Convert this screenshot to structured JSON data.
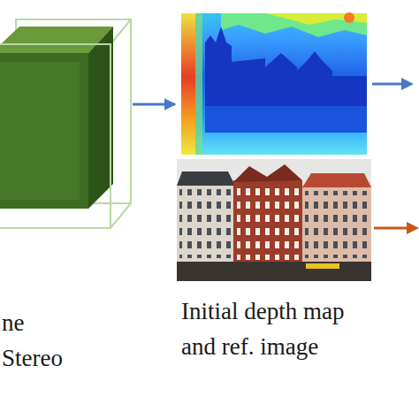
{
  "diagram": {
    "nodes": [
      {
        "text": [
          "ne Stereo"
        ]
      },
      {
        "text": [
          "Initial depth map and ref. image"
        ]
      }
    ],
    "edges": [
      {
        "from": 0,
        "to": 1,
        "arrow": "to"
      }
    ]
  }
}
